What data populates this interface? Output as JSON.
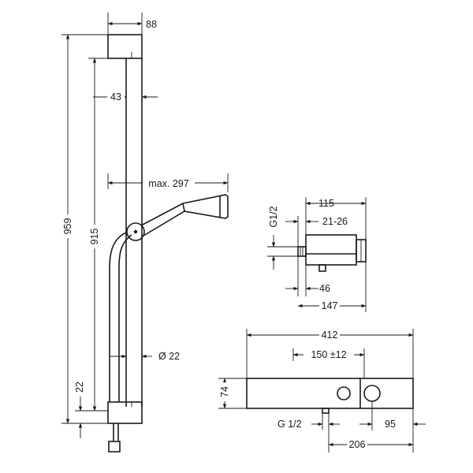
{
  "drawing": {
    "shower_rail": {
      "width_label": "88",
      "rail_depth_label": "43",
      "hose_reach_label": "max. 297",
      "overall_height_label": "959",
      "rail_height_label": "915",
      "bottom_offset_label": "22",
      "rail_diameter_label": "Ø 22"
    },
    "thermostat_side": {
      "connection_label": "G1/2",
      "depth_label": "115",
      "wall_range_label": "21-26",
      "height_label": "46",
      "total_depth_label": "147"
    },
    "thermostat_front": {
      "width_label": "412",
      "centers_label": "150 ±12",
      "height_label": "74",
      "outlet_label": "G 1/2",
      "handle_offset_label": "95",
      "outlet_offset_label": "206"
    }
  }
}
